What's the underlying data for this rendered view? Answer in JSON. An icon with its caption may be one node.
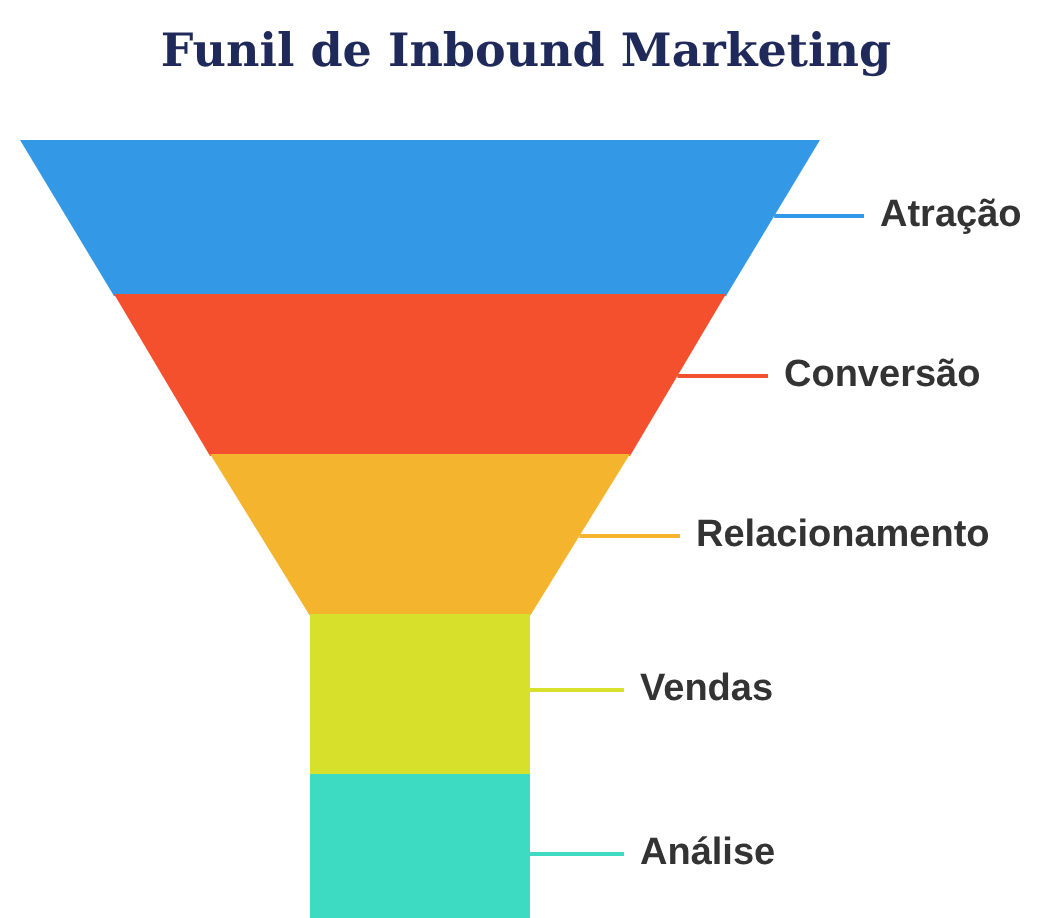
{
  "diagram": {
    "title": "Funil de Inbound Marketing",
    "nodes": [
      {
        "text": [],
        "shape": "band"
      },
      {
        "text": [],
        "shape": "band"
      },
      {
        "text": [],
        "shape": "band"
      },
      {
        "text": [],
        "shape": "band"
      },
      {
        "text": [],
        "shape": "band"
      },
      {
        "text": [
          "Atração"
        ]
      },
      {
        "text": [
          "Conversão"
        ]
      },
      {
        "text": [
          "Relacionamento"
        ]
      },
      {
        "text": [
          "Vendas"
        ]
      },
      {
        "text": [
          "Análise"
        ]
      }
    ],
    "edges": [
      {
        "from": 5,
        "to": 0,
        "arrow": "none",
        "color": "#3399e6"
      },
      {
        "from": 6,
        "to": 1,
        "arrow": "none",
        "color": "#f5502d"
      },
      {
        "from": 7,
        "to": 2,
        "arrow": "none",
        "color": "#f5b42d"
      },
      {
        "from": 8,
        "to": 3,
        "arrow": "none",
        "color": "#d7e02a"
      },
      {
        "from": 9,
        "to": 4,
        "arrow": "none",
        "color": "#3ddbc1"
      }
    ]
  }
}
